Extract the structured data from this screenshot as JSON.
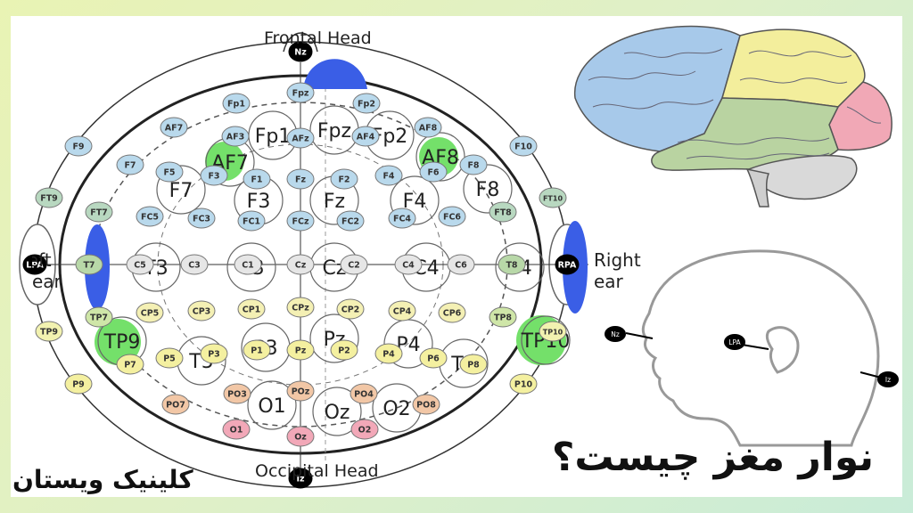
{
  "montage": {
    "top_label": "Frontal Head",
    "bottom_label": "Occipital Head",
    "left_label": "Left ear",
    "right_label": "Right ear",
    "electrodes": [
      {
        "id": "Nz",
        "color": "#000000"
      },
      {
        "id": "Fpz",
        "color": "#b9d9ec"
      },
      {
        "id": "Fp1",
        "color": "#b9d9ec"
      },
      {
        "id": "Fp2",
        "color": "#b9d9ec"
      },
      {
        "id": "AF7",
        "color": "#b9d9ec"
      },
      {
        "id": "AF3",
        "color": "#b9d9ec"
      },
      {
        "id": "AFz",
        "color": "#b9d9ec"
      },
      {
        "id": "AF4",
        "color": "#b9d9ec"
      },
      {
        "id": "AF8",
        "color": "#b9d9ec"
      },
      {
        "id": "F9",
        "color": "#b9d9ec"
      },
      {
        "id": "F7",
        "color": "#b9d9ec"
      },
      {
        "id": "F5",
        "color": "#b9d9ec"
      },
      {
        "id": "F3",
        "color": "#b9d9ec"
      },
      {
        "id": "F1",
        "color": "#b9d9ec"
      },
      {
        "id": "Fz",
        "color": "#b9d9ec"
      },
      {
        "id": "F2",
        "color": "#b9d9ec"
      },
      {
        "id": "F4",
        "color": "#b9d9ec"
      },
      {
        "id": "F6",
        "color": "#b9d9ec"
      },
      {
        "id": "F8",
        "color": "#b9d9ec"
      },
      {
        "id": "F10",
        "color": "#b9d9ec"
      },
      {
        "id": "FT9",
        "color": "#b8d8c0"
      },
      {
        "id": "FT7",
        "color": "#b8d8c0"
      },
      {
        "id": "FC5",
        "color": "#b9d9ec"
      },
      {
        "id": "FC3",
        "color": "#b9d9ec"
      },
      {
        "id": "FC1",
        "color": "#b9d9ec"
      },
      {
        "id": "FCz",
        "color": "#b9d9ec"
      },
      {
        "id": "FC2",
        "color": "#b9d9ec"
      },
      {
        "id": "FC4",
        "color": "#b9d9ec"
      },
      {
        "id": "FC6",
        "color": "#b9d9ec"
      },
      {
        "id": "FT8",
        "color": "#b8d8c0"
      },
      {
        "id": "FT10",
        "color": "#b8d8c0"
      },
      {
        "id": "LPA",
        "color": "#000000"
      },
      {
        "id": "T7",
        "color": "#b8d8a8"
      },
      {
        "id": "C5",
        "color": "#e6e6e6"
      },
      {
        "id": "C3",
        "color": "#e6e6e6"
      },
      {
        "id": "C1",
        "color": "#e6e6e6"
      },
      {
        "id": "Cz",
        "color": "#e6e6e6"
      },
      {
        "id": "C2",
        "color": "#e6e6e6"
      },
      {
        "id": "C4",
        "color": "#e6e6e6"
      },
      {
        "id": "C6",
        "color": "#e6e6e6"
      },
      {
        "id": "T8",
        "color": "#b8d8a8"
      },
      {
        "id": "RPA",
        "color": "#000000"
      },
      {
        "id": "TP9",
        "color": "#f2f2b0"
      },
      {
        "id": "TP7",
        "color": "#cfe6a8"
      },
      {
        "id": "CP5",
        "color": "#f4f0b4"
      },
      {
        "id": "CP3",
        "color": "#f4f0b4"
      },
      {
        "id": "CP1",
        "color": "#f4f0b4"
      },
      {
        "id": "CPz",
        "color": "#f4f0b4"
      },
      {
        "id": "CP2",
        "color": "#f4f0b4"
      },
      {
        "id": "CP4",
        "color": "#f4f0b4"
      },
      {
        "id": "CP6",
        "color": "#f4f0b4"
      },
      {
        "id": "TP8",
        "color": "#cfe6a8"
      },
      {
        "id": "TP10",
        "color": "#f2f2b0"
      },
      {
        "id": "P9",
        "color": "#f4f0a0"
      },
      {
        "id": "P7",
        "color": "#f4f0a0"
      },
      {
        "id": "P5",
        "color": "#f4f0a0"
      },
      {
        "id": "P3",
        "color": "#f4f0a0"
      },
      {
        "id": "P1",
        "color": "#f4f0a0"
      },
      {
        "id": "Pz",
        "color": "#f4f0a0"
      },
      {
        "id": "P2",
        "color": "#f4f0a0"
      },
      {
        "id": "P4",
        "color": "#f4f0a0"
      },
      {
        "id": "P6",
        "color": "#f4f0a0"
      },
      {
        "id": "P8",
        "color": "#f4f0a0"
      },
      {
        "id": "P10",
        "color": "#f4f0a0"
      },
      {
        "id": "PO7",
        "color": "#f2c7a6"
      },
      {
        "id": "PO3",
        "color": "#f2c7a6"
      },
      {
        "id": "POz",
        "color": "#f2c7a6"
      },
      {
        "id": "PO4",
        "color": "#f2c7a6"
      },
      {
        "id": "PO8",
        "color": "#f2c7a6"
      },
      {
        "id": "O1",
        "color": "#f2a8b8"
      },
      {
        "id": "Oz",
        "color": "#f2a8b8"
      },
      {
        "id": "O2",
        "color": "#f2a8b8"
      },
      {
        "id": "Iz",
        "color": "#000000"
      }
    ],
    "large_labels": [
      "Fpz",
      "Fp1",
      "Fp2",
      "AF7",
      "AF8",
      "F7",
      "F3",
      "Fz",
      "F4",
      "F8",
      "T3",
      "C3",
      "Cz",
      "C4",
      "T4",
      "TP9",
      "TP10",
      "T5",
      "P3",
      "Pz",
      "P4",
      "T6",
      "O1",
      "Oz",
      "O2"
    ],
    "accent_blue": "#3a5ee6",
    "accent_green": "#74e06a"
  },
  "side_head": {
    "markers": [
      "Nz",
      "LPA",
      "Iz"
    ]
  },
  "captions": {
    "title": "نوار مغز چیست؟",
    "clinic": "کلینیک ویستان"
  }
}
